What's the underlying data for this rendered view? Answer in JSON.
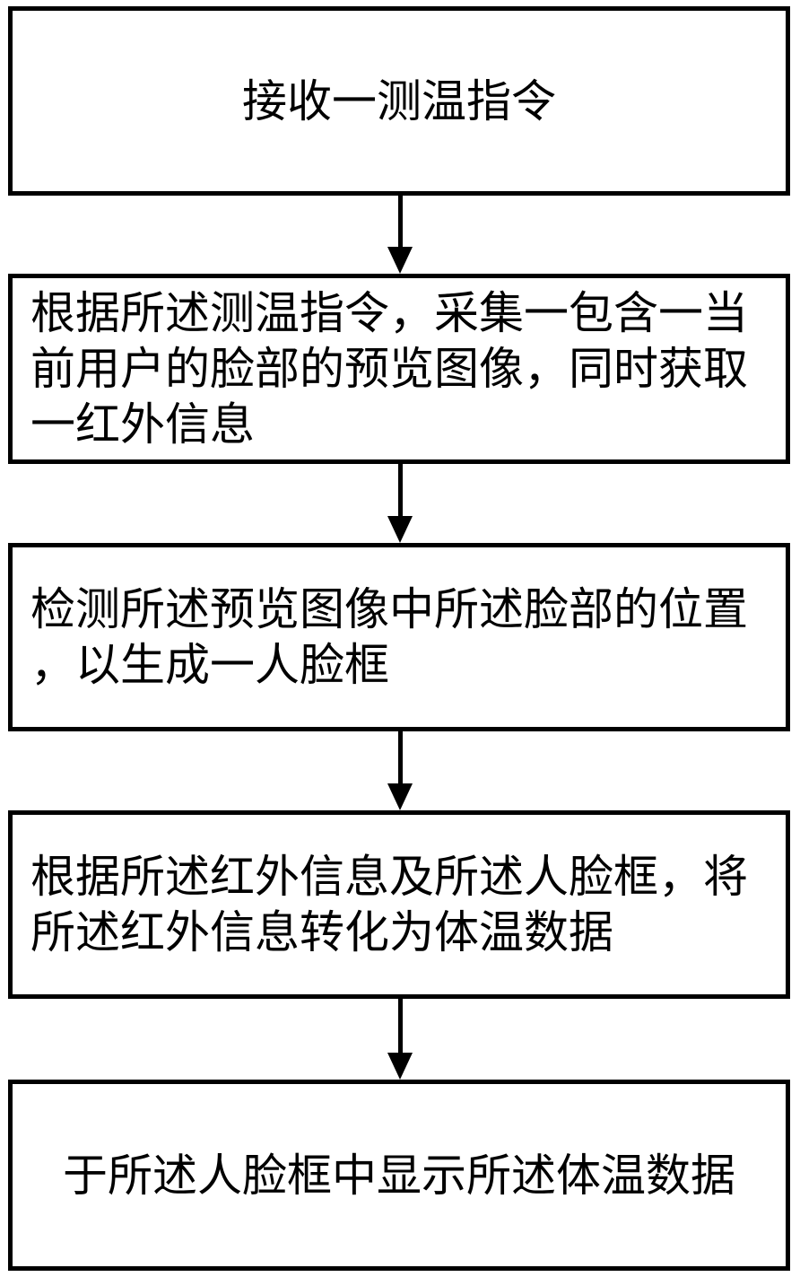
{
  "figure": {
    "type": "flowchart",
    "direction": "top-down",
    "colors": {
      "line": "#000000",
      "background": "#ffffff",
      "text": "#000000"
    },
    "steps": [
      {
        "id": 1,
        "align": "center",
        "text": "接收一测温指令"
      },
      {
        "id": 2,
        "align": "left",
        "text": "根据所述测温指令，采集一包含一当\n前用户的脸部的预览图像，同时获取\n一红外信息"
      },
      {
        "id": 3,
        "align": "left",
        "text": "检测所述预览图像中所述脸部的位置\n，以生成一人脸框"
      },
      {
        "id": 4,
        "align": "left",
        "text": "根据所述红外信息及所述人脸框，将\n所述红外信息转化为体温数据"
      },
      {
        "id": 5,
        "align": "center",
        "text": "于所述人脸框中显示所述体温数据"
      }
    ],
    "connectors": [
      {
        "from": 1,
        "to": 2,
        "style": "arrow-down"
      },
      {
        "from": 2,
        "to": 3,
        "style": "arrow-down"
      },
      {
        "from": 3,
        "to": 4,
        "style": "arrow-down"
      },
      {
        "from": 4,
        "to": 5,
        "style": "arrow-down"
      }
    ]
  }
}
